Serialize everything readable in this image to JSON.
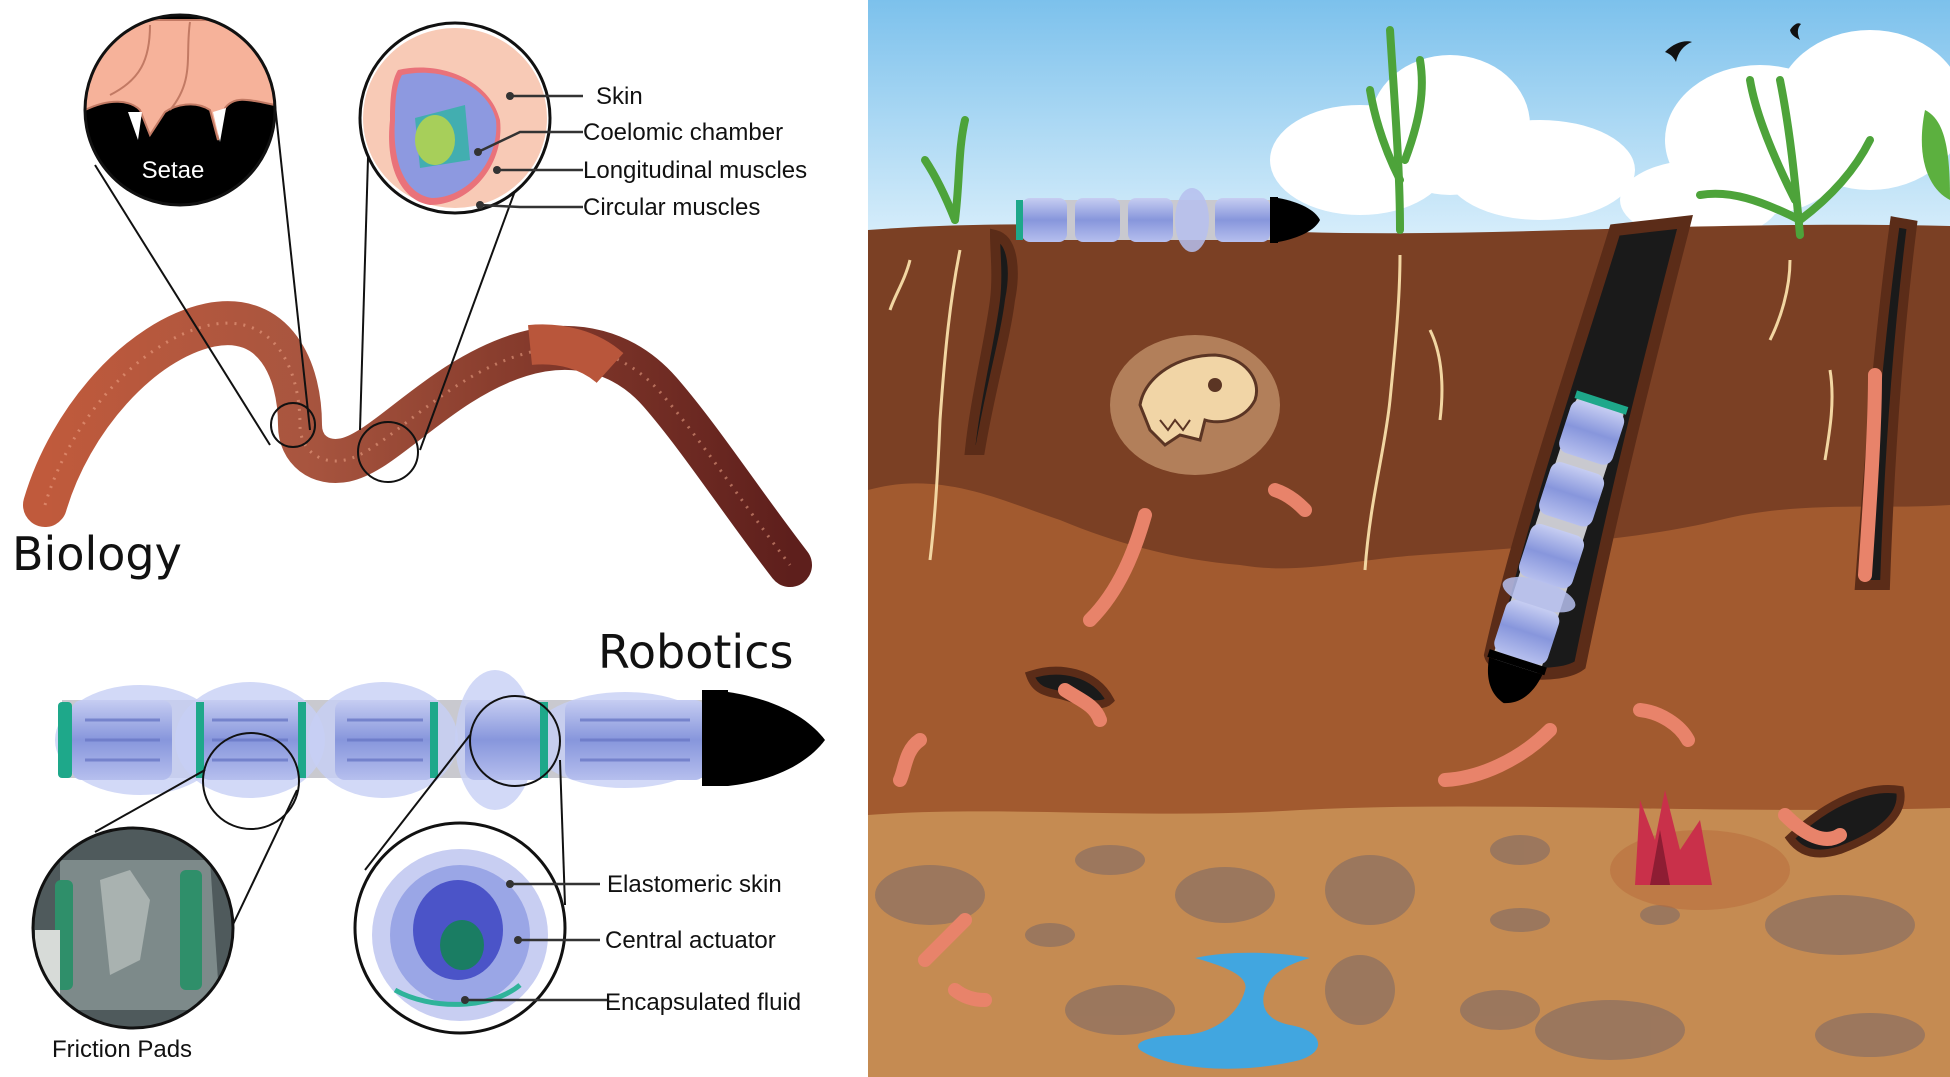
{
  "biology": {
    "title": "Biology",
    "setae_label": "Setae",
    "anatomy_labels": [
      "Skin",
      "Coelomic chamber",
      "Longitudinal muscles",
      "Circular muscles"
    ]
  },
  "robotics": {
    "title": "Robotics",
    "pads_label": "Friction Pads",
    "robot_labels": [
      "Elastomeric skin",
      "Central actuator",
      "Encapsulated fluid"
    ]
  },
  "colors": {
    "sky": "#8ec9ee",
    "soil_dark": "#7b4024",
    "soil_mid": "#a25a2f",
    "soil_light": "#c58b52",
    "worm": "#e8836a",
    "robot_blue": "#8d9de0",
    "robot_green": "#1ea88a",
    "water": "#41a6e0"
  }
}
